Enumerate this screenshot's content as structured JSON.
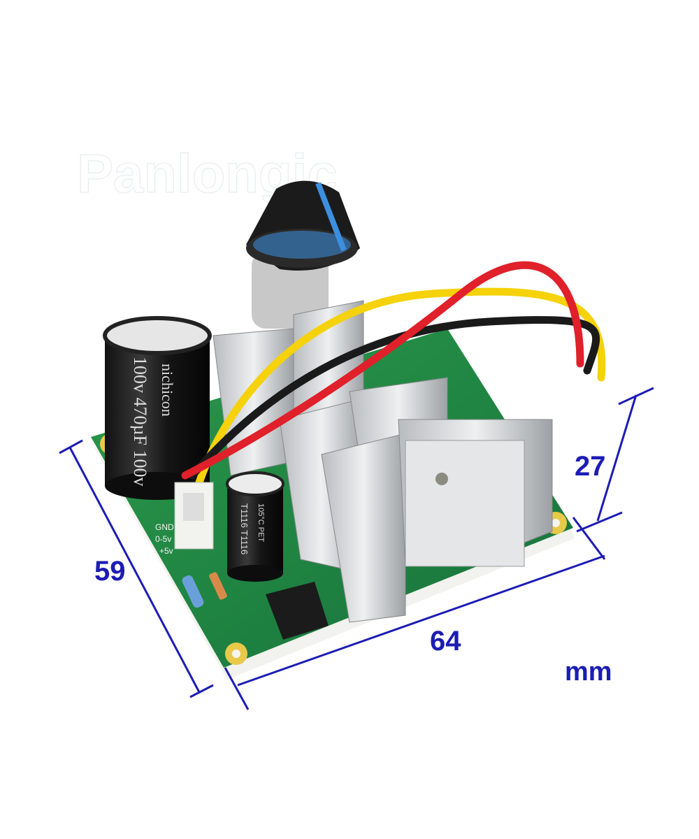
{
  "watermark": "Panlongic",
  "dimensions": {
    "width": "64",
    "depth": "59",
    "height": "27",
    "unit": "mm"
  },
  "board_labels": [
    "GND",
    "0-5v",
    "+5v"
  ],
  "big_capacitor_text": [
    "100v 470µF 100v",
    "nichicon"
  ],
  "small_capacitor_text": [
    "T1116 T1116",
    "105°C PET"
  ],
  "colors": {
    "dimension_line": "#1c1cb4",
    "pcb": "#1f8a3e",
    "knob_stripe": "#3d8fe0",
    "wire_red": "#e0202a",
    "wire_yellow": "#f5d20a",
    "wire_black": "#1a1a1a"
  }
}
